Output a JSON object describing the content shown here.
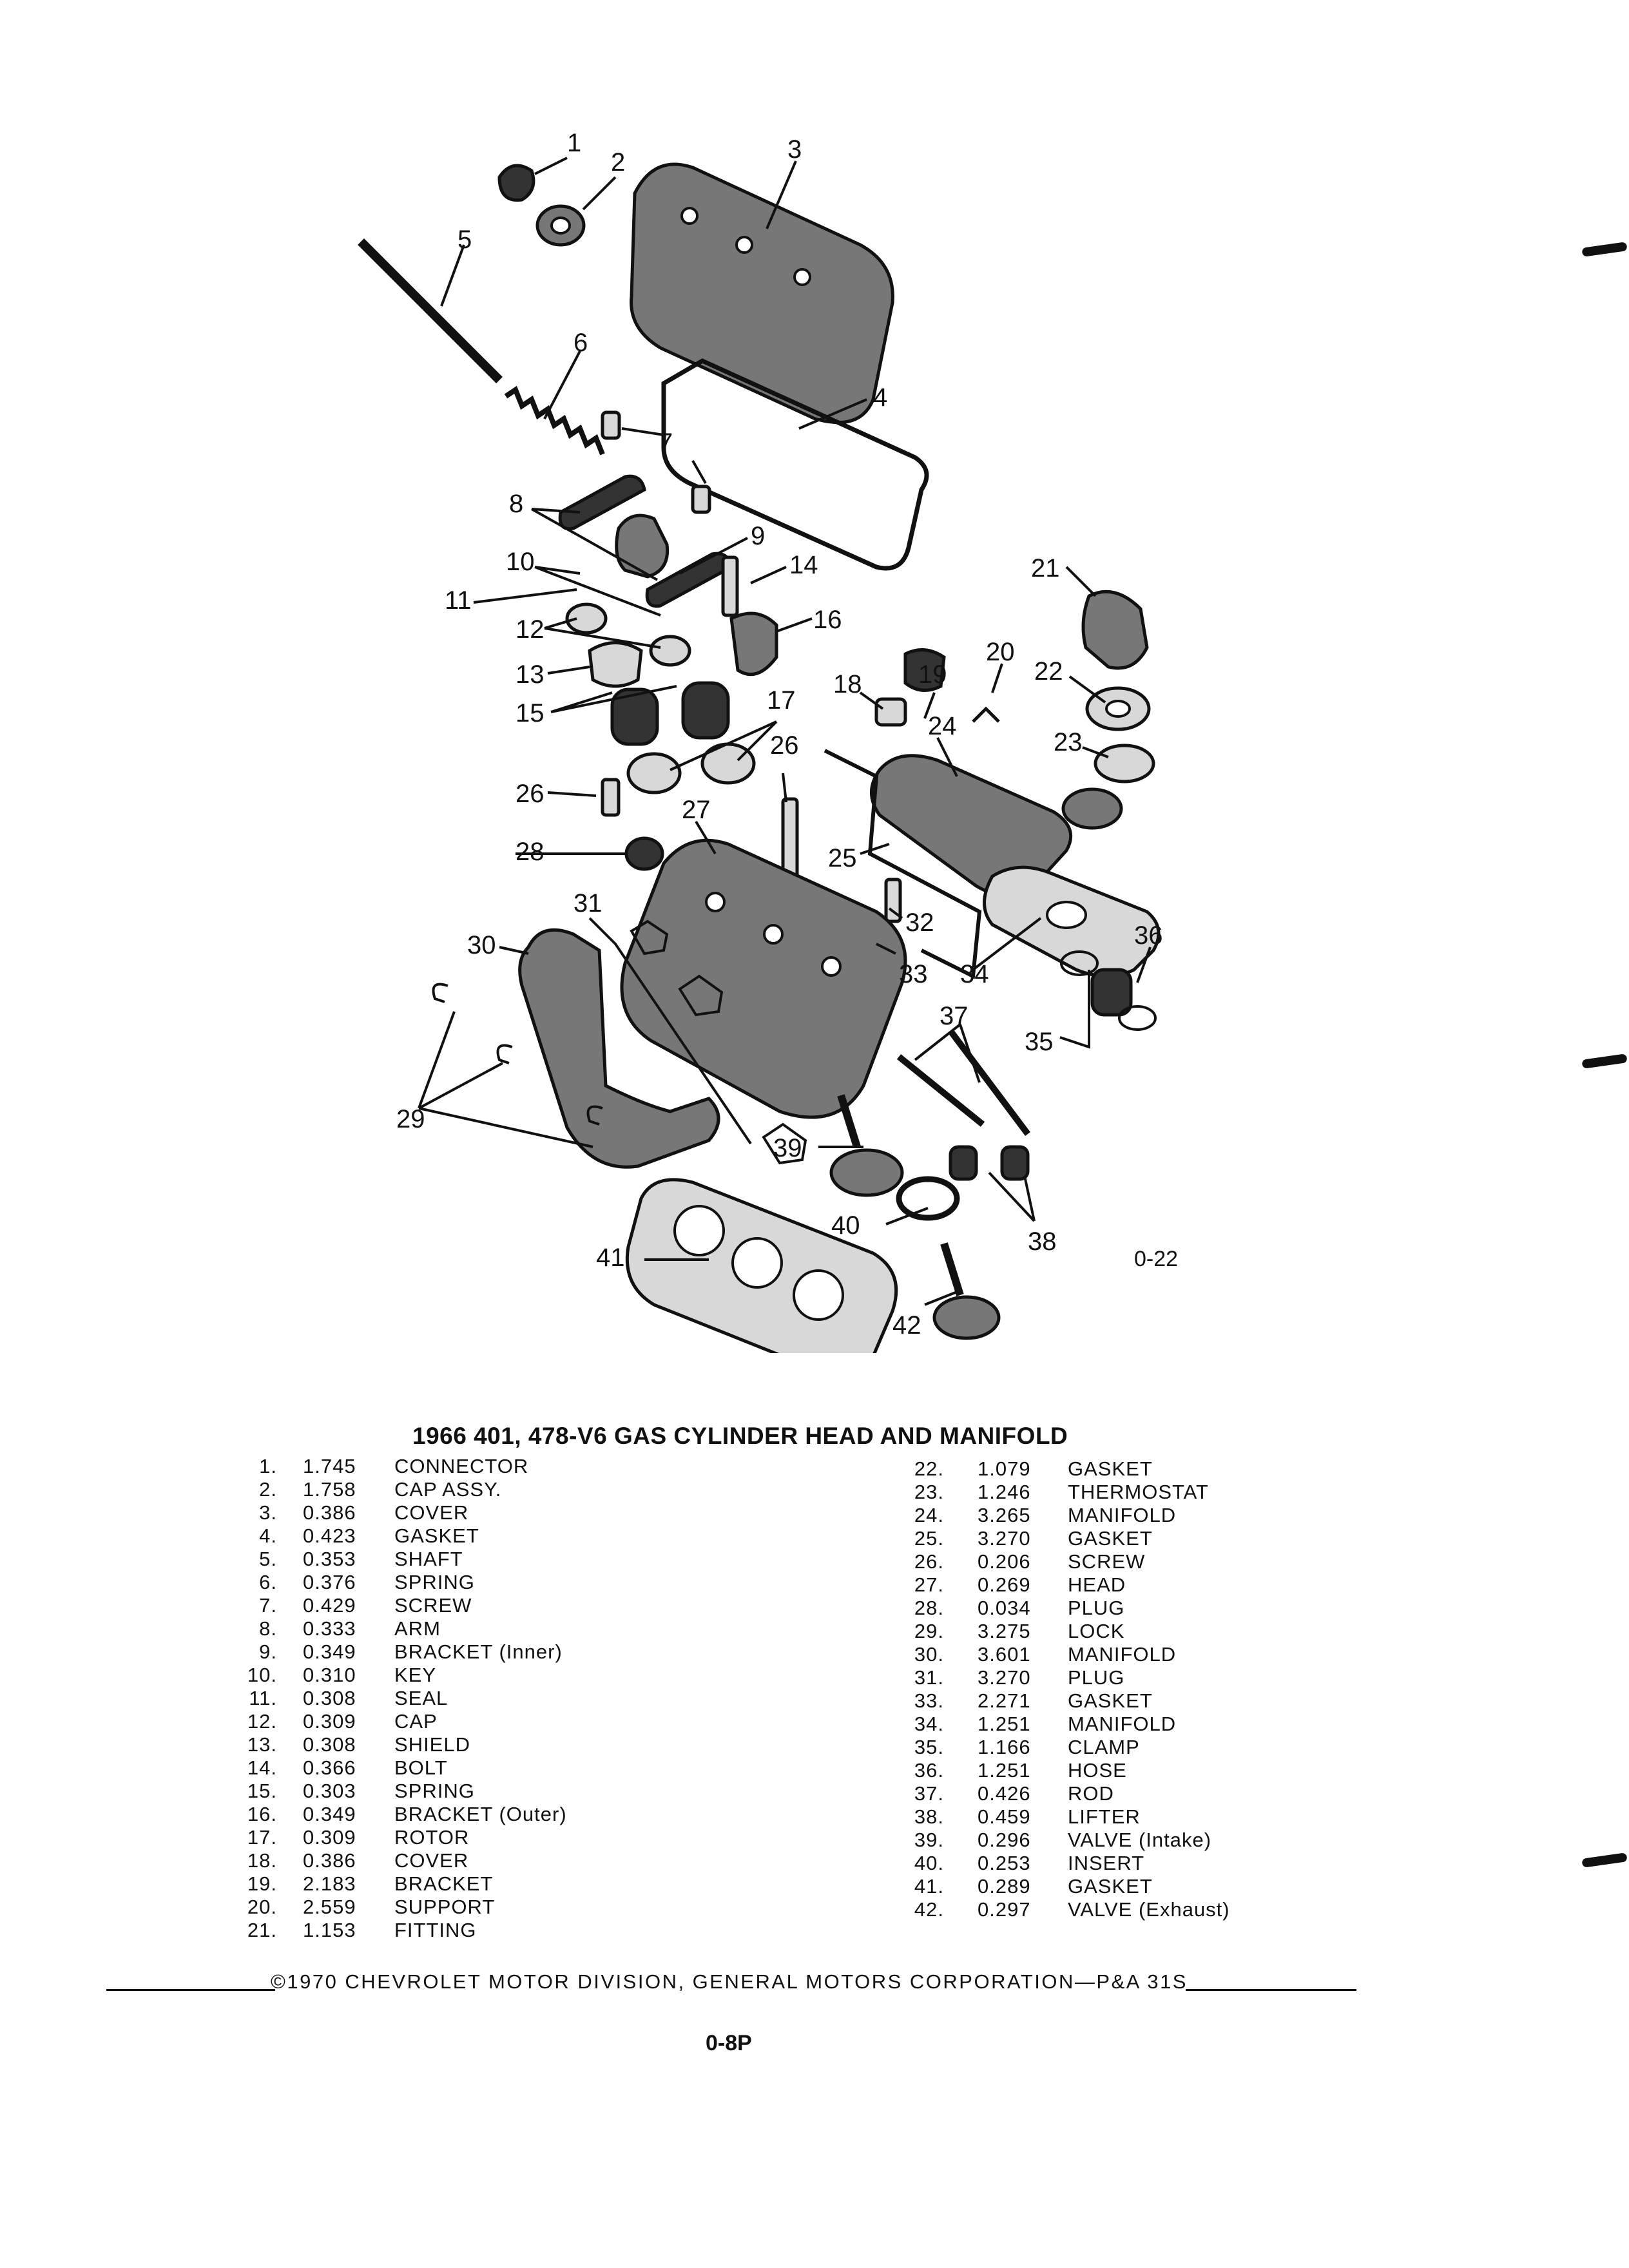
{
  "diagram": {
    "figure_code": "0-22",
    "callouts": [
      "1",
      "2",
      "3",
      "4",
      "5",
      "6",
      "7",
      "8",
      "9",
      "10",
      "11",
      "12",
      "13",
      "14",
      "15",
      "16",
      "17",
      "18",
      "19",
      "20",
      "21",
      "22",
      "23",
      "24",
      "25",
      "26",
      "26",
      "27",
      "28",
      "29",
      "30",
      "31",
      "32",
      "33",
      "34",
      "35",
      "36",
      "37",
      "38",
      "39",
      "40",
      "41",
      "42"
    ]
  },
  "title": "1966 401, 478-V6 GAS CYLINDER HEAD AND MANIFOLD",
  "parts_left": [
    {
      "num": "1.",
      "weight": "1.745",
      "name": "CONNECTOR"
    },
    {
      "num": "2.",
      "weight": "1.758",
      "name": "CAP ASSY."
    },
    {
      "num": "3.",
      "weight": "0.386",
      "name": "COVER"
    },
    {
      "num": "4.",
      "weight": "0.423",
      "name": "GASKET"
    },
    {
      "num": "5.",
      "weight": "0.353",
      "name": "SHAFT"
    },
    {
      "num": "6.",
      "weight": "0.376",
      "name": "SPRING"
    },
    {
      "num": "7.",
      "weight": "0.429",
      "name": "SCREW"
    },
    {
      "num": "8.",
      "weight": "0.333",
      "name": "ARM"
    },
    {
      "num": "9.",
      "weight": "0.349",
      "name": "BRACKET (Inner)"
    },
    {
      "num": "10.",
      "weight": "0.310",
      "name": "KEY"
    },
    {
      "num": "11.",
      "weight": "0.308",
      "name": "SEAL"
    },
    {
      "num": "12.",
      "weight": "0.309",
      "name": "CAP"
    },
    {
      "num": "13.",
      "weight": "0.308",
      "name": "SHIELD"
    },
    {
      "num": "14.",
      "weight": "0.366",
      "name": "BOLT"
    },
    {
      "num": "15.",
      "weight": "0.303",
      "name": "SPRING"
    },
    {
      "num": "16.",
      "weight": "0.349",
      "name": "BRACKET (Outer)"
    },
    {
      "num": "17.",
      "weight": "0.309",
      "name": "ROTOR"
    },
    {
      "num": "18.",
      "weight": "0.386",
      "name": "COVER"
    },
    {
      "num": "19.",
      "weight": "2.183",
      "name": "BRACKET"
    },
    {
      "num": "20.",
      "weight": "2.559",
      "name": "SUPPORT"
    },
    {
      "num": "21.",
      "weight": "1.153",
      "name": "FITTING"
    }
  ],
  "parts_right": [
    {
      "num": "22.",
      "weight": "1.079",
      "name": "GASKET"
    },
    {
      "num": "23.",
      "weight": "1.246",
      "name": "THERMOSTAT"
    },
    {
      "num": "24.",
      "weight": "3.265",
      "name": "MANIFOLD"
    },
    {
      "num": "25.",
      "weight": "3.270",
      "name": "GASKET"
    },
    {
      "num": "26.",
      "weight": "0.206",
      "name": "SCREW"
    },
    {
      "num": "27.",
      "weight": "0.269",
      "name": "HEAD"
    },
    {
      "num": "28.",
      "weight": "0.034",
      "name": "PLUG"
    },
    {
      "num": "29.",
      "weight": "3.275",
      "name": "LOCK"
    },
    {
      "num": "30.",
      "weight": "3.601",
      "name": "MANIFOLD"
    },
    {
      "num": "31.",
      "weight": "3.270",
      "name": "PLUG"
    },
    {
      "num": "33.",
      "weight": "2.271",
      "name": "GASKET"
    },
    {
      "num": "34.",
      "weight": "1.251",
      "name": "MANIFOLD"
    },
    {
      "num": "35.",
      "weight": "1.166",
      "name": "CLAMP"
    },
    {
      "num": "36.",
      "weight": "1.251",
      "name": "HOSE"
    },
    {
      "num": "37.",
      "weight": "0.426",
      "name": "ROD"
    },
    {
      "num": "38.",
      "weight": "0.459",
      "name": "LIFTER"
    },
    {
      "num": "39.",
      "weight": "0.296",
      "name": "VALVE (Intake)"
    },
    {
      "num": "40.",
      "weight": "0.253",
      "name": "INSERT"
    },
    {
      "num": "41.",
      "weight": "0.289",
      "name": "GASKET"
    },
    {
      "num": "42.",
      "weight": "0.297",
      "name": "VALVE (Exhaust)"
    }
  ],
  "footer": {
    "copyright": "©1970 CHEVROLET MOTOR DIVISION, GENERAL MOTORS CORPORATION—P&A 31S",
    "page_number": "0-8P"
  }
}
